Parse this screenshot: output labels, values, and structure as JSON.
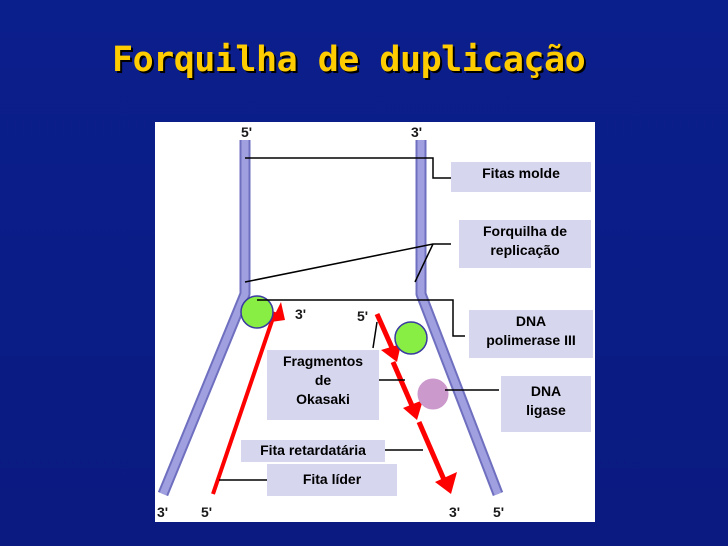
{
  "title": "Forquilha de duplicação",
  "ends": {
    "left_top": "5'",
    "right_top": "3'",
    "left_bottom_a": "3'",
    "left_bottom_b": "5'",
    "right_bottom_a": "3'",
    "right_bottom_b": "5'",
    "primer_left": "3'",
    "primer_right": "5'"
  },
  "labels": {
    "fitas_molde": "Fitas molde",
    "forquilha": [
      "Forquilha de",
      "replicação"
    ],
    "dna_polimerase": [
      "DNA",
      "polimerase III"
    ],
    "fragmentos": [
      "Fragmentos",
      "de",
      "Okasaki"
    ],
    "dna_ligase": [
      "DNA",
      "ligase"
    ],
    "fita_retardataria": "Fita retardatária",
    "fita_lider": "Fita líder"
  },
  "colors": {
    "template_strand": "#a0a0e0",
    "template_outline": "#6f6fc0",
    "new_strand": "#ff0000",
    "polymerase": "#88ee44",
    "ligase": "#cc99cc",
    "label_bg": "#d6d6ee",
    "title": "#ffcc00"
  }
}
